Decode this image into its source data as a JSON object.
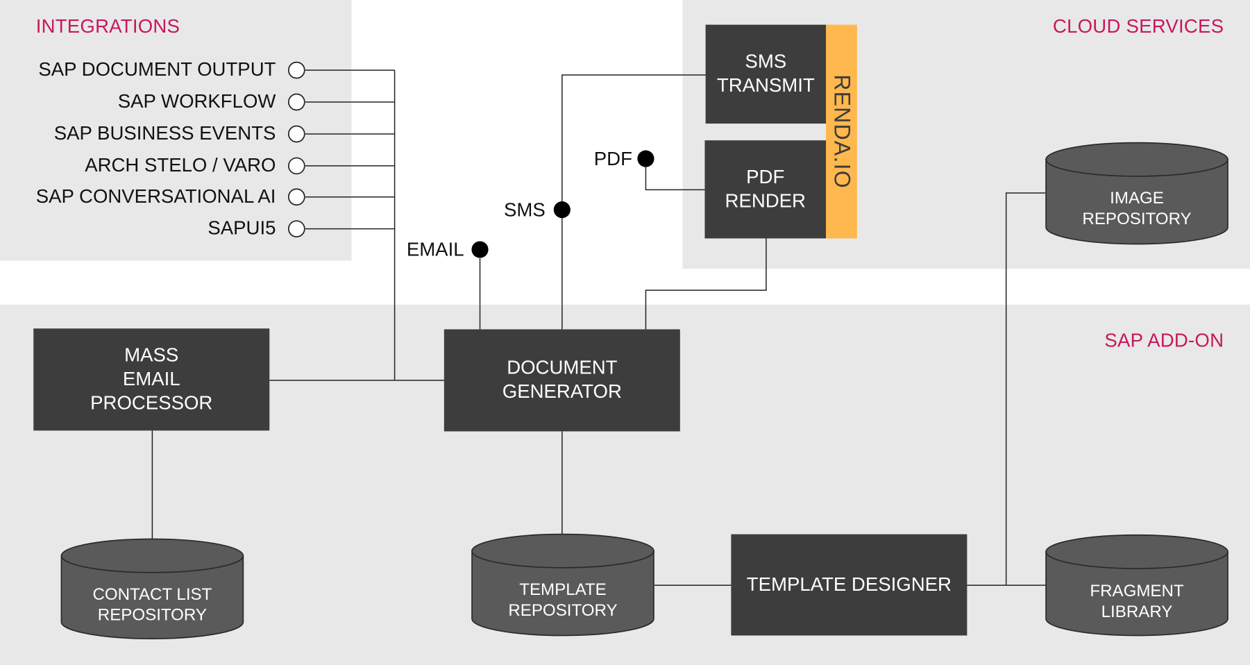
{
  "regions": {
    "integrations": "INTEGRATIONS",
    "cloud_services": "CLOUD SERVICES",
    "sap_addon": "SAP ADD-ON"
  },
  "integrations": [
    "SAP DOCUMENT OUTPUT",
    "SAP WORKFLOW",
    "SAP BUSINESS EVENTS",
    "ARCH STELO / VARO",
    "SAP CONVERSATIONAL AI",
    "SAPUI5"
  ],
  "cloud": {
    "sms_transmit": "SMS\nTRANSMIT",
    "pdf_render": "PDF\nRENDER",
    "vendor": "RENDA.IO"
  },
  "ports": {
    "email": "EMAIL",
    "sms": "SMS",
    "pdf": "PDF"
  },
  "components": {
    "mass_email_processor": "MASS\nEMAIL\nPROCESSOR",
    "document_generator": "DOCUMENT\nGENERATOR",
    "template_designer": "TEMPLATE DESIGNER"
  },
  "repositories": {
    "image": [
      "IMAGE",
      "REPOSITORY"
    ],
    "contact_list": [
      "CONTACT LIST",
      "REPOSITORY"
    ],
    "template": [
      "TEMPLATE",
      "REPOSITORY"
    ],
    "fragment": [
      "FRAGMENT",
      "LIBRARY"
    ]
  },
  "colors": {
    "region_background": "#e8e8e8",
    "box": "#3d3d3d",
    "repository": "#5a5a5a",
    "accent_title": "#c8185a",
    "vendor_bar": "#ffb84d"
  }
}
